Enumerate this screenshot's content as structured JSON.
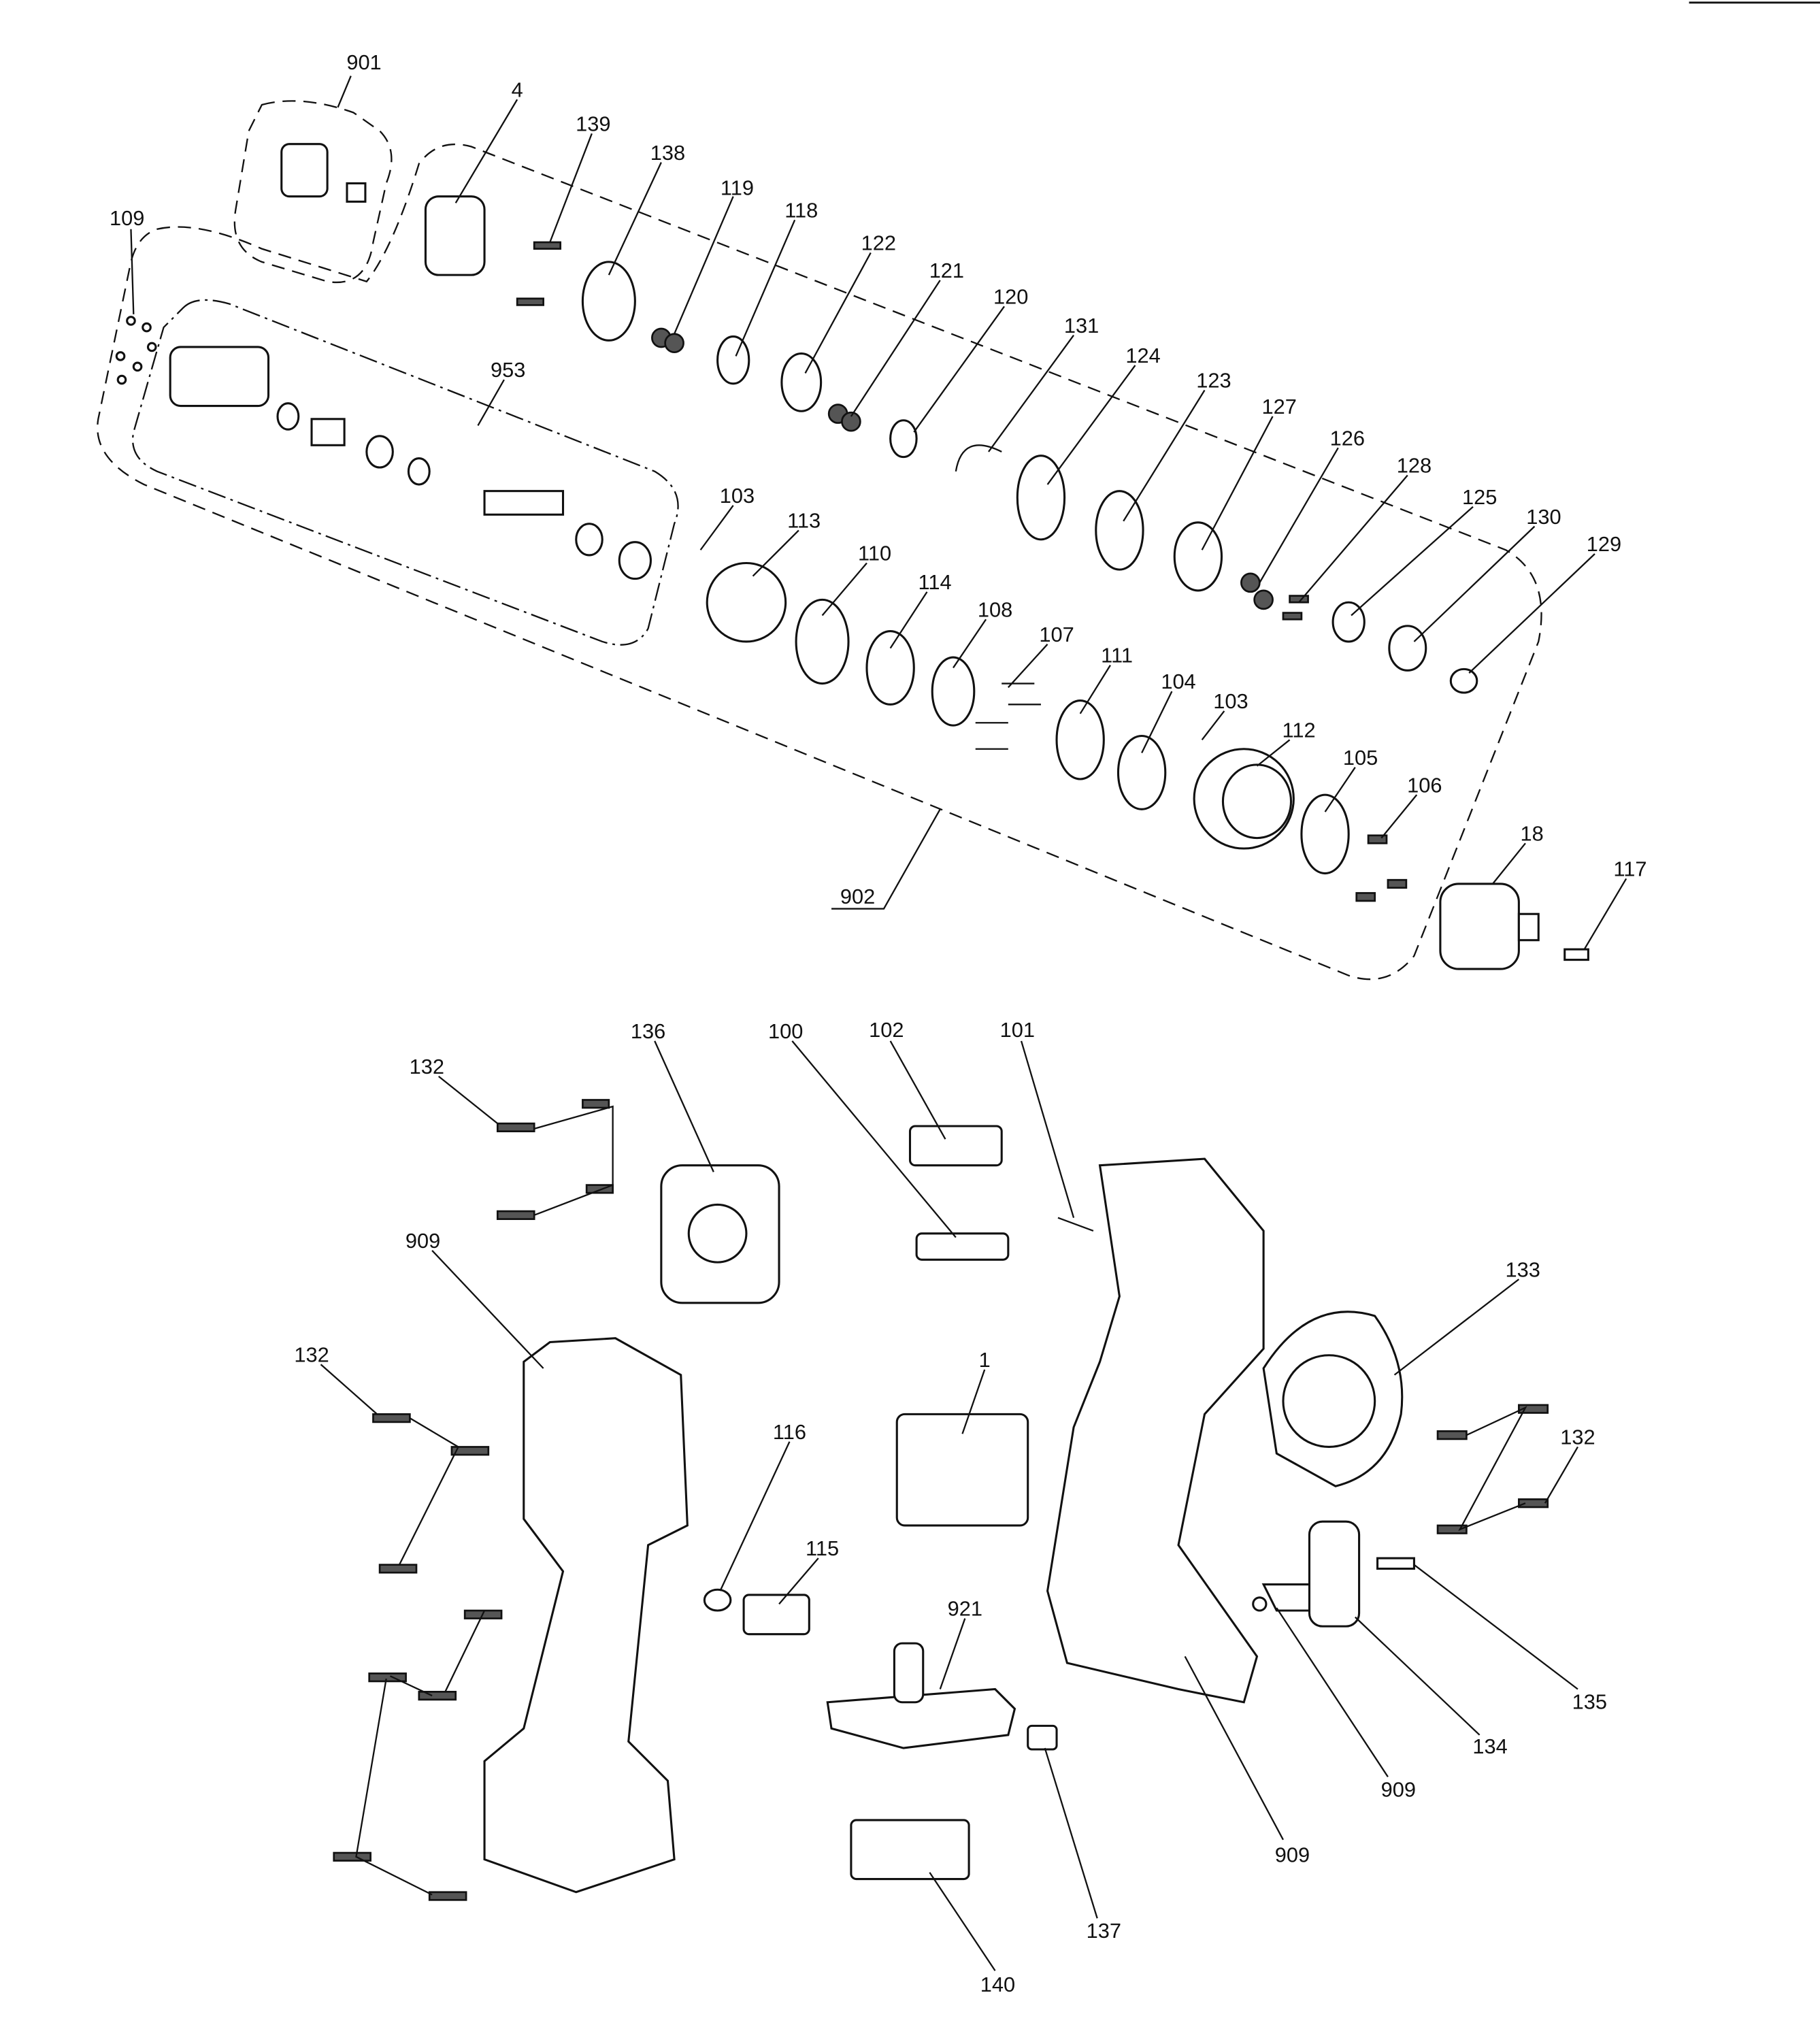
{
  "labels": [
    "901",
    "4",
    "139",
    "138",
    "119",
    "118",
    "122",
    "121",
    "120",
    "131",
    "124",
    "123",
    "127",
    "126",
    "128",
    "125",
    "130",
    "129",
    "109",
    "953",
    "103",
    "113",
    "110",
    "114",
    "108",
    "107",
    "111",
    "104",
    "103",
    "112",
    "105",
    "106",
    "18",
    "117",
    "902",
    "132",
    "136",
    "100",
    "102",
    "101",
    "909",
    "133",
    "132",
    "1",
    "116",
    "132",
    "115",
    "921",
    "135",
    "134",
    "909",
    "909",
    "137",
    "140"
  ]
}
